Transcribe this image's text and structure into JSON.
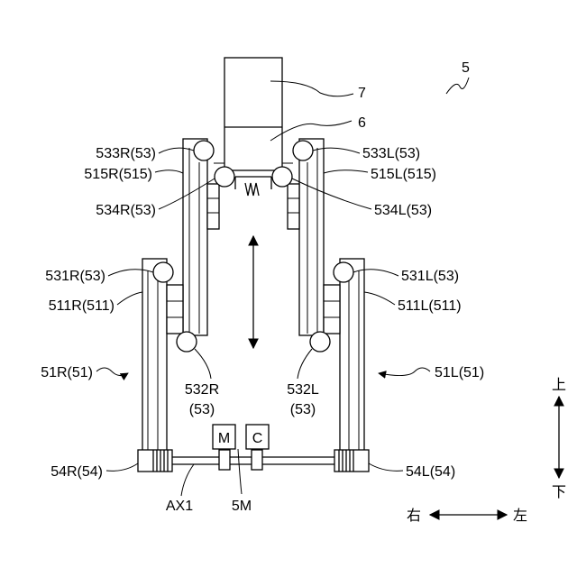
{
  "labels": {
    "ref_5": "5",
    "ref_7": "7",
    "ref_6": "6",
    "ref_533R": "533R(53)",
    "ref_515R": "515R(515)",
    "ref_534R": "534R(53)",
    "ref_533L": "533L(53)",
    "ref_515L": "515L(515)",
    "ref_534L": "534L(53)",
    "ref_531R": "531R(53)",
    "ref_511R": "511R(511)",
    "ref_531L": "531L(53)",
    "ref_511L": "511L(511)",
    "ref_51R": "51R(51)",
    "ref_51L": "51L(51)",
    "ref_532R_a": "532R",
    "ref_532R_b": "(53)",
    "ref_532L_a": "532L",
    "ref_532L_b": "(53)",
    "ref_54R": "54R(54)",
    "ref_54L": "54L(54)",
    "ref_AX1": "AX1",
    "ref_5M": "5M",
    "motor_M": "M",
    "clutch_C": "C",
    "dir_up": "上",
    "dir_down": "下",
    "dir_right": "右",
    "dir_left": "左"
  }
}
